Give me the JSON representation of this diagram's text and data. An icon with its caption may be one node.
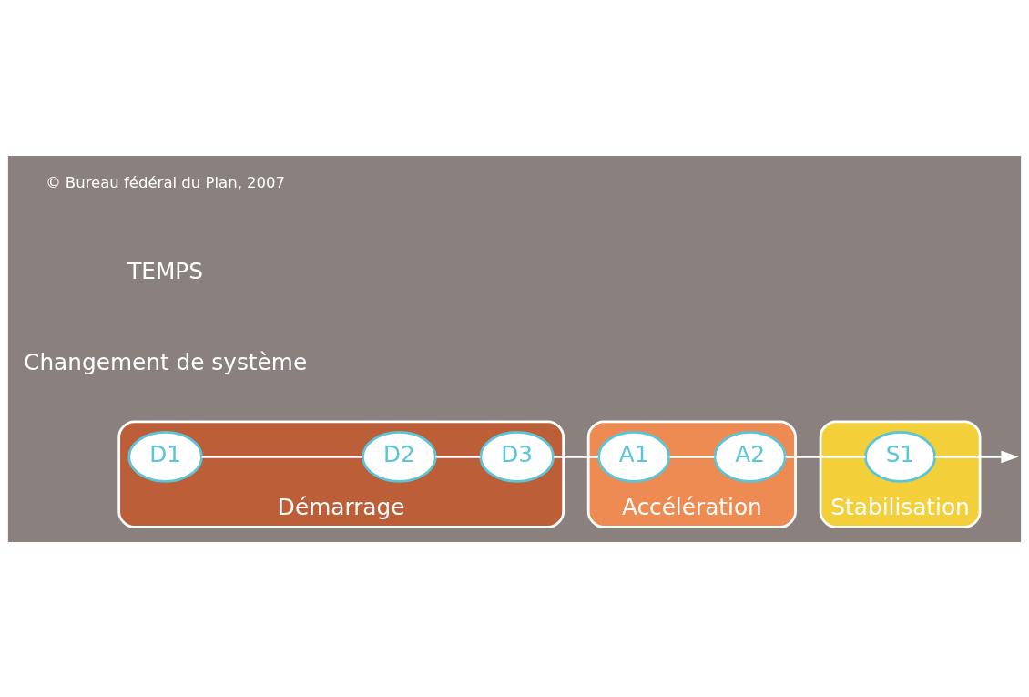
{
  "diagram": {
    "nodes": [
      {
        "text": [
          "Démarrage"
        ]
      },
      {
        "text": [
          "Accélération"
        ]
      },
      {
        "text": [
          "Stabilisation"
        ]
      },
      {
        "text": [
          "D1"
        ],
        "in": 0
      },
      {
        "text": [
          "D2"
        ],
        "in": 0
      },
      {
        "text": [
          "D3"
        ],
        "in": 0
      },
      {
        "text": [
          "A1"
        ],
        "in": 1
      },
      {
        "text": [
          "A2"
        ],
        "in": 1
      },
      {
        "text": [
          "S1"
        ],
        "in": 2
      }
    ],
    "edges": [
      {
        "from": 3,
        "to": 4,
        "arrow": "none"
      },
      {
        "from": 4,
        "to": 5,
        "arrow": "none"
      },
      {
        "from": 5,
        "to": 6,
        "arrow": "none"
      },
      {
        "from": 6,
        "to": 7,
        "arrow": "none"
      },
      {
        "from": 7,
        "to": 8,
        "arrow": "none"
      },
      {
        "from": 8,
        "to": null,
        "arrow": "to"
      }
    ],
    "labels": [
      "Changement de système",
      "TEMPS",
      "© Bureau fédéral du Plan, 2007"
    ]
  }
}
